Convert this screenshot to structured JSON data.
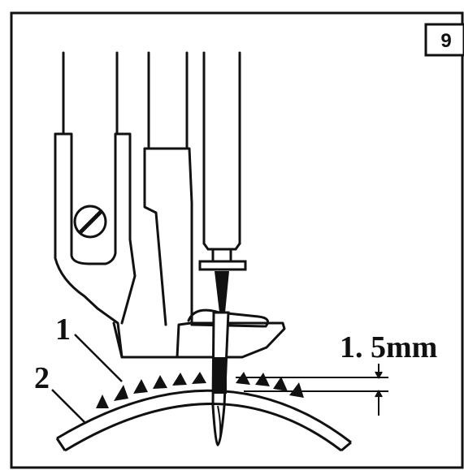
{
  "figure": {
    "number": "9",
    "measurement": "1. 5mm",
    "labels": [
      {
        "id": "1",
        "text": "1"
      },
      {
        "id": "2",
        "text": "2"
      }
    ]
  },
  "colors": {
    "ink": "#111111",
    "paper": "#ffffff"
  }
}
